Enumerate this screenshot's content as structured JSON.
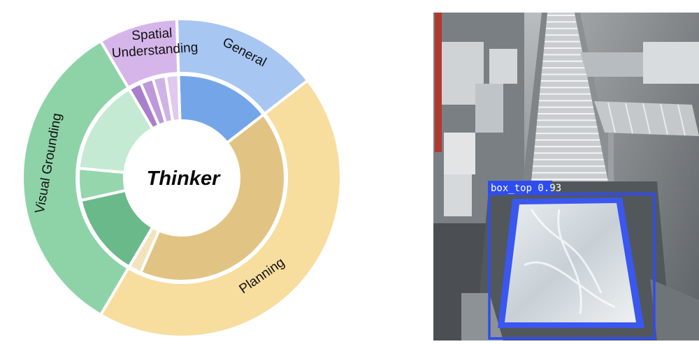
{
  "chart_data": {
    "type": "pie",
    "variant": "sunburst",
    "title": "",
    "center_label": "Thinker",
    "categories": [
      "General",
      "Planning",
      "Visual Grounding",
      "Spatial Understanding"
    ],
    "outer_ring": [
      {
        "name": "General",
        "value": 15,
        "color": "#a8c6f2"
      },
      {
        "name": "Planning",
        "value": 44,
        "color": "#f7dd9e"
      },
      {
        "name": "Visual Grounding",
        "value": 33,
        "color": "#8ed3a8"
      },
      {
        "name": "Spatial Understanding",
        "value": 8,
        "color": "#d6b6ea"
      }
    ],
    "inner_ring": [
      {
        "parent": "General",
        "value": 15,
        "color": "#74a5e8"
      },
      {
        "parent": "Planning",
        "value": 42,
        "color": "#e1c484"
      },
      {
        "parent": "Planning",
        "value": 2,
        "color": "#f3e3bd"
      },
      {
        "parent": "Visual Grounding",
        "value": 13,
        "color": "#6ab98a"
      },
      {
        "parent": "Visual Grounding",
        "value": 5,
        "color": "#95d6ad"
      },
      {
        "parent": "Visual Grounding",
        "value": 15,
        "color": "#c4ead3"
      },
      {
        "parent": "Spatial Understanding",
        "value": 2,
        "color": "#a97fcc"
      },
      {
        "parent": "Spatial Understanding",
        "value": 2,
        "color": "#bd98db"
      },
      {
        "parent": "Spatial Understanding",
        "value": 2,
        "color": "#cfb2e6"
      },
      {
        "parent": "Spatial Understanding",
        "value": 2,
        "color": "#dfc9ef"
      }
    ]
  },
  "detection": {
    "label": "box_top 0.93",
    "box_color": "#2f4cf0"
  }
}
